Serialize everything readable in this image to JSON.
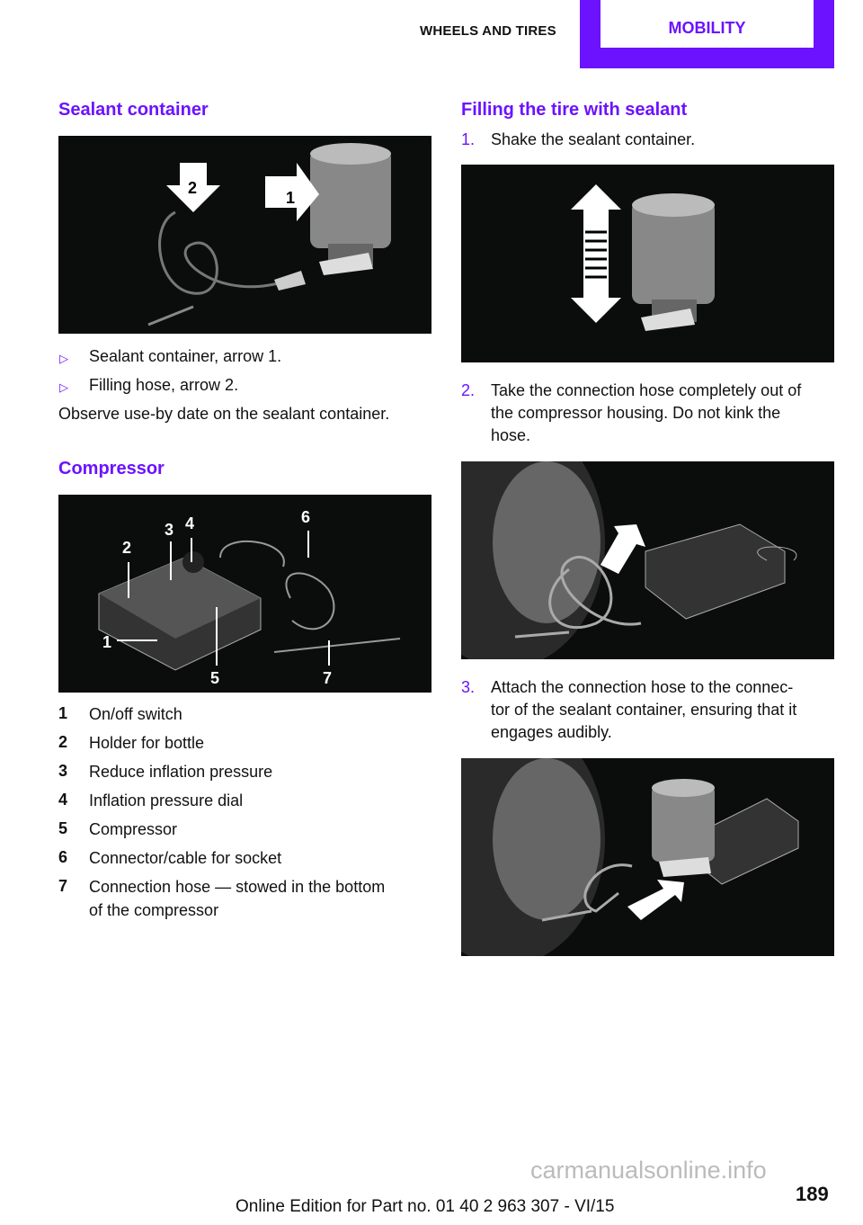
{
  "header": {
    "section": "WHEELS AND TIRES",
    "tab": "MOBILITY",
    "accent": "#6c12ff"
  },
  "left": {
    "sealant": {
      "title": "Sealant container",
      "image_labels": [
        "1",
        "2"
      ],
      "bullets": [
        "Sealant container, arrow 1.",
        "Filling hose, arrow 2."
      ],
      "note": "Observe use-by date on the sealant container."
    },
    "compressor": {
      "title": "Compressor",
      "image_labels": [
        "1",
        "2",
        "3",
        "4",
        "5",
        "6",
        "7"
      ],
      "items": [
        {
          "n": "1",
          "text": "On/off switch"
        },
        {
          "n": "2",
          "text": "Holder for bottle"
        },
        {
          "n": "3",
          "text": "Reduce inflation pressure"
        },
        {
          "n": "4",
          "text": "Inflation pressure dial"
        },
        {
          "n": "5",
          "text": "Compressor"
        },
        {
          "n": "6",
          "text": "Connector/cable for socket"
        },
        {
          "n": "7",
          "text": "Connection hose — stowed in the bottom"
        },
        {
          "n": "",
          "text": "of the compressor"
        }
      ]
    }
  },
  "right": {
    "title": "Filling the tire with sealant",
    "steps": [
      {
        "n": "1.",
        "lines": [
          "Shake the sealant container."
        ]
      },
      {
        "n": "2.",
        "lines": [
          "Take the connection hose completely out of",
          "the compressor housing. Do not kink the",
          "hose."
        ]
      },
      {
        "n": "3.",
        "lines": [
          "Attach the connection hose to the connec-",
          "tor of the sealant container, ensuring that it",
          "engages audibly."
        ]
      }
    ]
  },
  "footer": {
    "edition": "Online Edition for Part no. 01 40 2 963 307 - VI/15",
    "page": "189",
    "watermark": "carmanualsonline.info"
  }
}
